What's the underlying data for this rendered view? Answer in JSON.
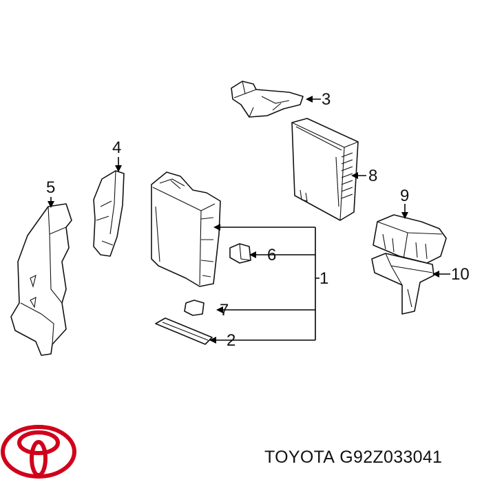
{
  "diagram": {
    "callouts": [
      "1",
      "2",
      "3",
      "4",
      "5",
      "6",
      "7",
      "8",
      "9",
      "10"
    ]
  },
  "footer": {
    "brand": "TOYOTA",
    "part_number": "G92Z033041"
  },
  "logo": {
    "name": "toyota-logo",
    "color": "#d0021b"
  }
}
